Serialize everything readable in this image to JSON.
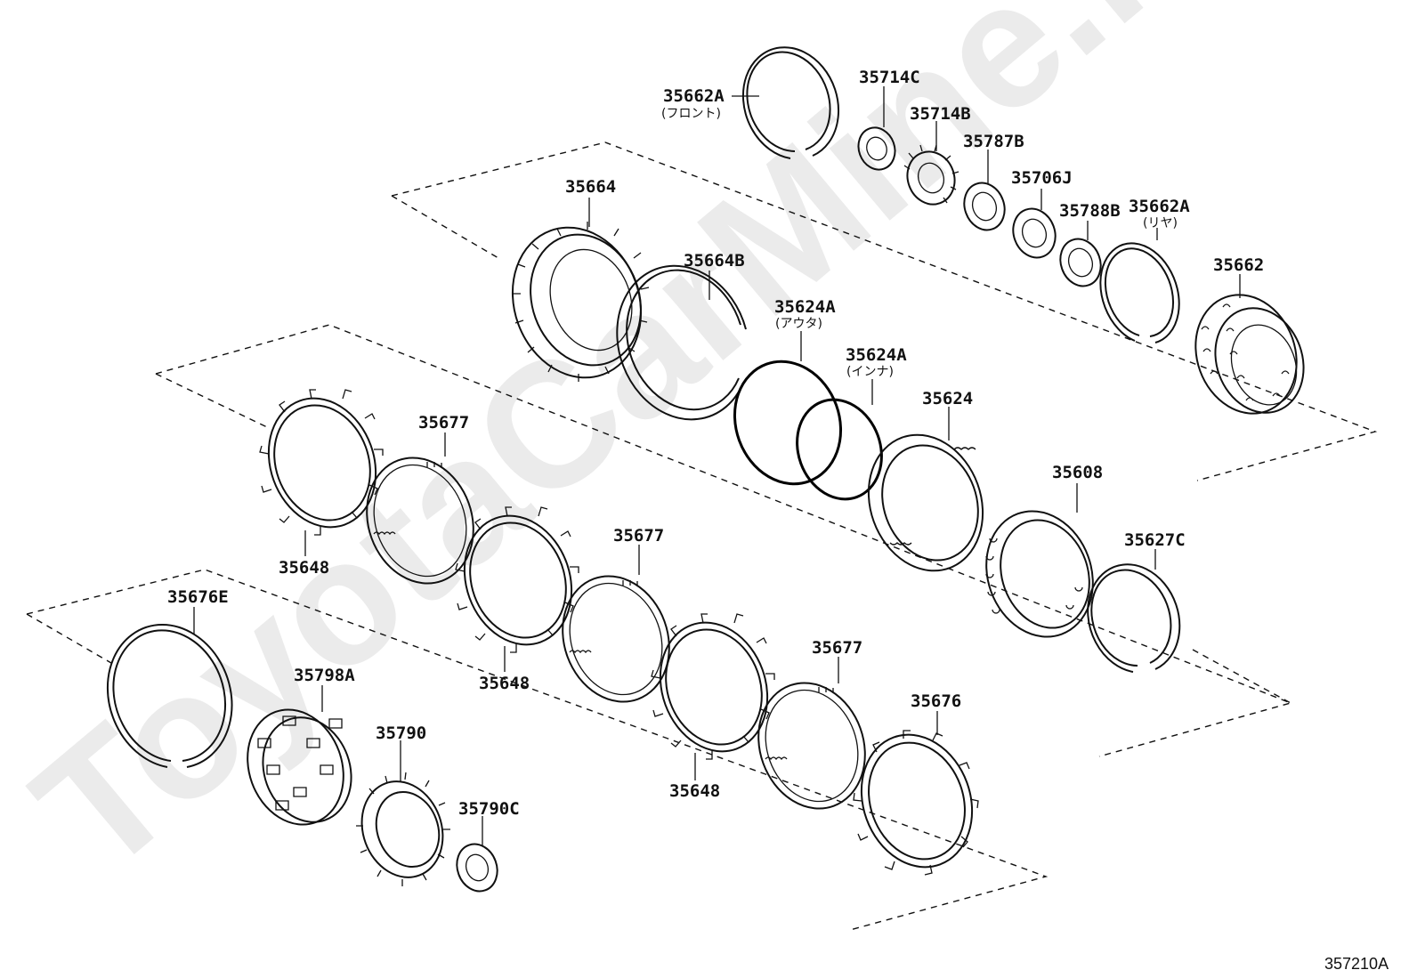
{
  "watermark": "ToyotaCarMine.ru",
  "diagram_ref": "357210A",
  "labels": {
    "p35662A_front": "35662A",
    "p35662A_front_sub": "(フロント)",
    "p35714C": "35714C",
    "p35714B": "35714B",
    "p35787B": "35787B",
    "p35706J": "35706J",
    "p35788B": "35788B",
    "p35662A_rear": "35662A",
    "p35662A_rear_sub": "(リヤ)",
    "p35662": "35662",
    "p35664": "35664",
    "p35664B": "35664B",
    "p35624A_outer": "35624A",
    "p35624A_outer_sub": "(アウタ)",
    "p35624A_inner": "35624A",
    "p35624A_inner_sub": "(インナ)",
    "p35624": "35624",
    "p35608": "35608",
    "p35627C": "35627C",
    "p35677_a": "35677",
    "p35648_a": "35648",
    "p35677_b": "35677",
    "p35648_b": "35648",
    "p35677_c": "35677",
    "p35648_c": "35648",
    "p35676": "35676",
    "p35676E": "35676E",
    "p35798A": "35798A",
    "p35790": "35790",
    "p35790C": "35790C"
  }
}
